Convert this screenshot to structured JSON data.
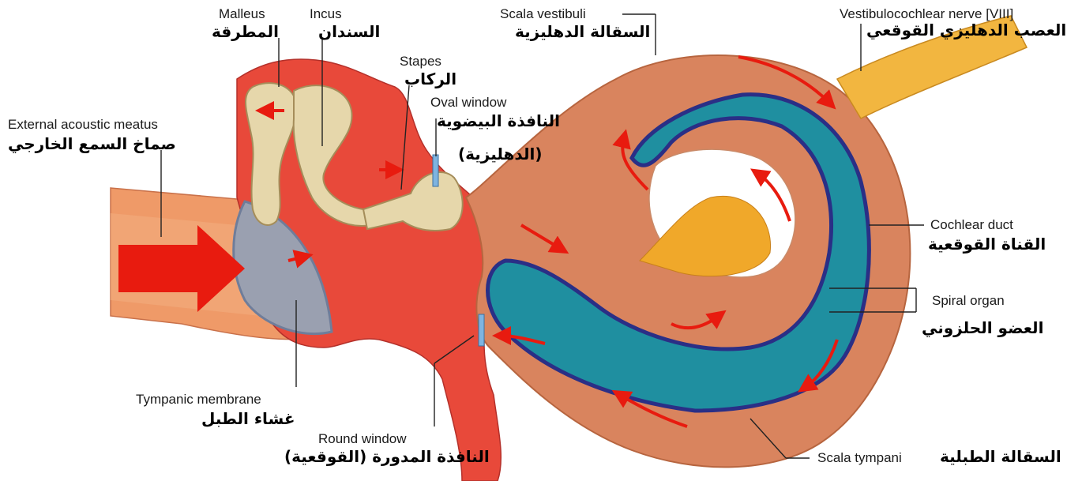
{
  "labels": {
    "malleus": {
      "en": "Malleus",
      "ar": "المطرقة"
    },
    "incus": {
      "en": "Incus",
      "ar": "السندان"
    },
    "stapes": {
      "en": "Stapes",
      "ar": "الركاب"
    },
    "oval_window": {
      "en": "Oval window",
      "ar": "النافذة البيضوية",
      "ar2": "(الدهليزية)"
    },
    "external_meatus": {
      "en": "External acoustic meatus",
      "ar": "صماخ السمع الخارجي"
    },
    "tympanic_membrane": {
      "en": "Tympanic membrane",
      "ar": "غشاء الطبل"
    },
    "round_window": {
      "en": "Round window",
      "ar": "النافذة المدورة (القوقعية)"
    },
    "scala_vestibuli": {
      "en": "Scala vestibuli",
      "ar": "السقالة الدهليزية"
    },
    "vestibulocochlear_nerve": {
      "en": "Vestibulocochlear nerve [VIII]",
      "ar": "العصب الدهليزي القوقعي"
    },
    "cochlear_duct": {
      "en": "Cochlear duct",
      "ar": "القناة القوقعية"
    },
    "spiral_organ": {
      "en": "Spiral organ",
      "ar": "العضو الحلزوني"
    },
    "scala_tympani": {
      "en": "Scala tympani",
      "ar": "السقالة الطبلية"
    }
  },
  "colors": {
    "canal": "#e98c5a",
    "middle_ear": "#e8493a",
    "cochlea": "#d9845e",
    "ossicle": "#e8d9b0",
    "duct": "#1f8fa0",
    "membrane": "#3a3aa0",
    "nerve": "#f0b030",
    "arrow": "#e81b0f"
  }
}
